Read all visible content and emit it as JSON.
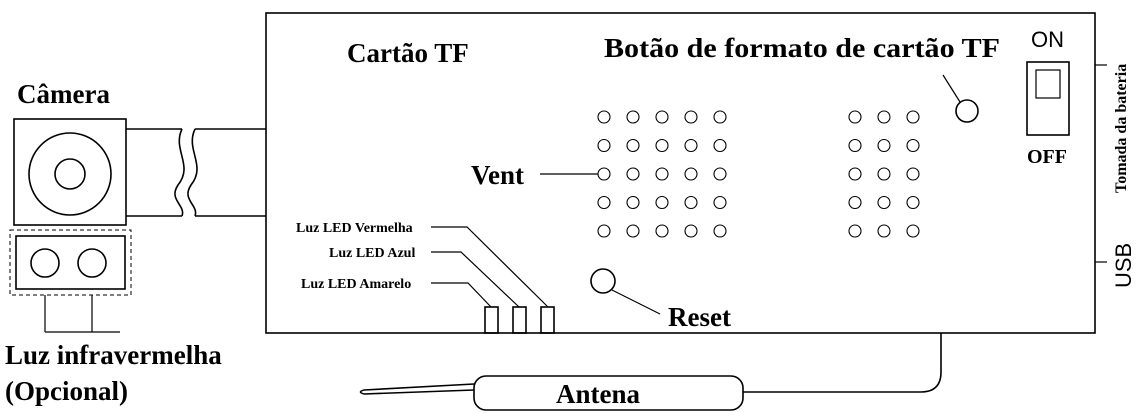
{
  "labels": {
    "camera": "Câmera",
    "tf_card": "Cartão TF",
    "tf_format_button": "Botão de formato de cartão TF",
    "switch_on": "ON",
    "switch_off": "OFF",
    "battery_socket": "Tomada da bateria",
    "usb": "USB",
    "vent": "Vent",
    "reset": "Reset",
    "led_red": "Luz LED Vermelha",
    "led_blue": "Luz LED Azul",
    "led_yellow": "Luz LED Amarelo",
    "infrared_line1": "Luz infravermelha",
    "infrared_line2": "(Opcional)",
    "antenna": "Antena"
  }
}
